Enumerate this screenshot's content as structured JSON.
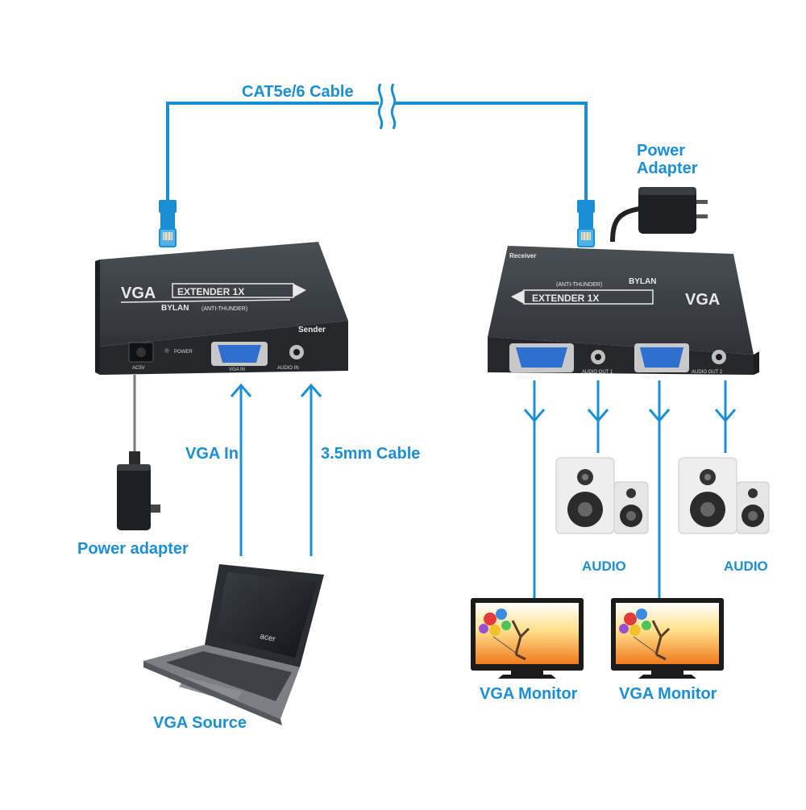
{
  "colors": {
    "cable_blue": "#1a8fd6",
    "label_blue": "#1a8fd6",
    "device_body": "#2b2e31",
    "device_top": "#3a3e42",
    "vga_port": "#2f6fd0",
    "device_text": "#e8e8e8"
  },
  "labels": {
    "cable": "CAT5e/6 Cable",
    "power_adapter_receiver": "Power\nAdapter",
    "power_adapter_sender": "Power adapter",
    "vga_in": "VGA In",
    "audio_cable": "3.5mm Cable",
    "vga_source": "VGA Source",
    "audio_left": "AUDIO",
    "audio_right": "AUDIO",
    "monitor_left": "VGA Monitor",
    "monitor_right": "VGA Monitor"
  },
  "sender": {
    "brand": "VGA",
    "product": "EXTENDER 1X",
    "maker": "BYLAN",
    "maker_note": "(ANTI-THUNDER)",
    "role": "Sender",
    "port_power": "AC5V",
    "led_power": "POWER",
    "port_vga": "VGA IN",
    "port_audio": "AUDIO IN"
  },
  "receiver": {
    "brand": "VGA",
    "product": "EXTENDER 1X",
    "maker": "BYLAN",
    "maker_note": "(ANTI-THUNDER)",
    "role": "Receiver",
    "port_vga1": "VGA OUT 1",
    "port_audio1": "AUDIO OUT 1",
    "port_vga2": "VGA OUT 2",
    "port_audio2": "AUDIO OUT 2"
  },
  "laptop": {
    "logo": "acer"
  },
  "icons": {
    "rj45": "rj45-connector-icon",
    "power_adapter": "power-adapter-icon",
    "speaker": "speaker-pair-icon",
    "monitor": "monitor-icon",
    "laptop": "laptop-icon"
  }
}
